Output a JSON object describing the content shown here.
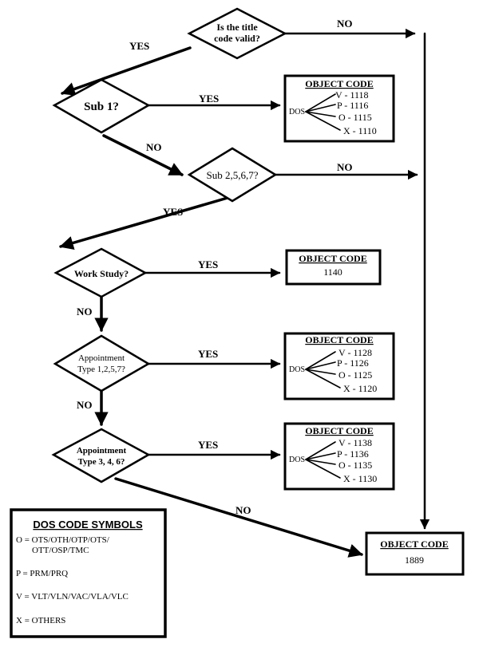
{
  "decisions": {
    "title_valid": [
      "Is the title",
      "code valid?"
    ],
    "sub1": "Sub  1?",
    "sub2567": "Sub 2,5,6,7?",
    "work_study": "Work Study?",
    "appt_1257": [
      "Appointment",
      "Type 1,2,5,7?"
    ],
    "appt_346": [
      "Appointment",
      "Type 3, 4, 6?"
    ]
  },
  "edge_labels": {
    "yes": "YES",
    "no": "NO"
  },
  "object_boxes": {
    "title": "OBJECT CODE",
    "dos": "DOS",
    "sub1": [
      "V - 1118",
      "P - 1116",
      "O - 1115",
      "X - 1110"
    ],
    "work_study": "1140",
    "appt_1257": [
      "V - 1128",
      "P - 1126",
      "O - 1125",
      "X - 1120"
    ],
    "appt_346": [
      "V - 1138",
      "P - 1136",
      "O - 1135",
      "X - 1130"
    ],
    "final": "1889"
  },
  "legend": {
    "title": "DOS CODE SYMBOLS",
    "o_line1": "O = OTS/OTH/OTP/OTS/",
    "o_line2": "OTT/OSP/TMC",
    "p": "P = PRM/PRQ",
    "v": "V = VLT/VLN/VAC/VLA/VLC",
    "x": "X = OTHERS"
  }
}
